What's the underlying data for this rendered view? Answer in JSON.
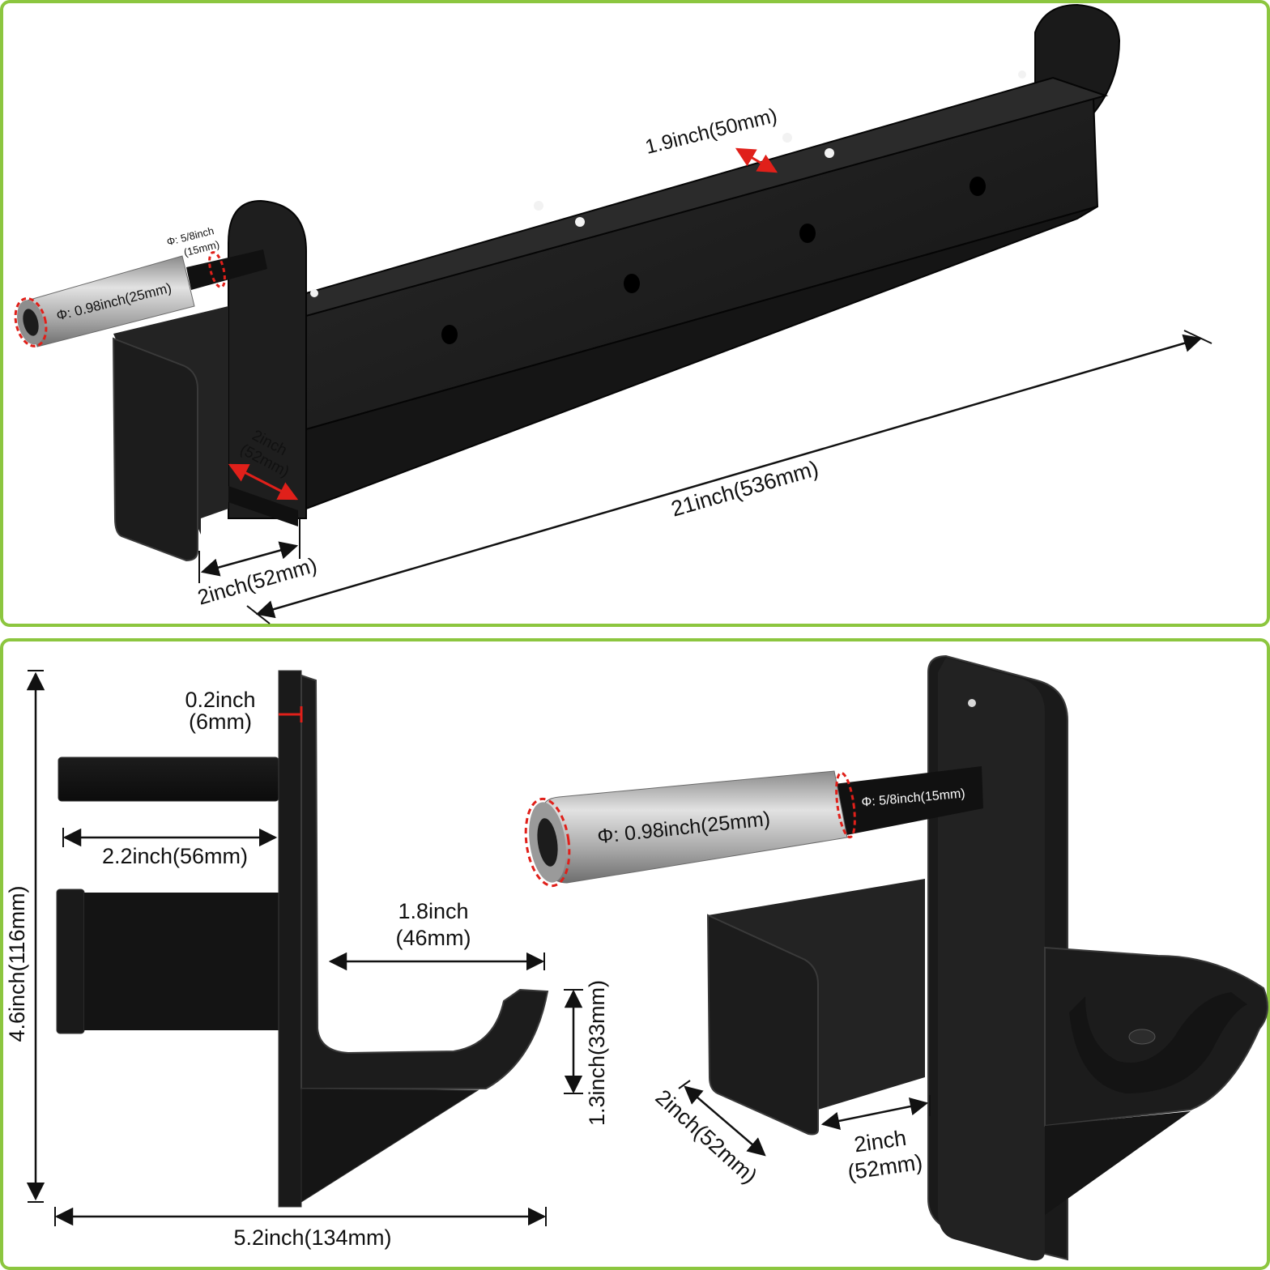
{
  "colors": {
    "frame_green": "#8cc63f",
    "steel_black": "#141414",
    "steel_face": "#1f1f1f",
    "steel_edge": "#3a3a3a",
    "sleeve_silver": "#b8b8b8",
    "marker_red": "#e0201a",
    "dimension_line": "#111111"
  },
  "top_panel": {
    "length": "21inch(536mm)",
    "tube_width": "1.9inch(50mm)",
    "hook_depth": "2inch(52mm)",
    "hook_width_line1": "2inch",
    "hook_width_line2": "(52mm)",
    "sleeve_diameter": "Φ: 0.98inch(25mm)",
    "pin_diameter_line1": "Φ: 5/8inch",
    "pin_diameter_line2": "(15mm)"
  },
  "side_view": {
    "plate_thickness_line1": "0.2inch",
    "plate_thickness_line2": "(6mm)",
    "pin_length": "2.2inch(56mm)",
    "hook_reach_line1": "1.8inch",
    "hook_reach_line2": "(46mm)",
    "hook_height": "1.3inch(33mm)",
    "total_height": "4.6inch(116mm)",
    "total_width": "5.2inch(134mm)"
  },
  "iso_view": {
    "sleeve_diameter": "Φ: 0.98inch(25mm)",
    "pin_diameter": "Φ: 5/8inch(15mm)",
    "hook_depth": "2inch(52mm)",
    "hook_width_line1": "2inch",
    "hook_width_line2": "(52mm)"
  }
}
